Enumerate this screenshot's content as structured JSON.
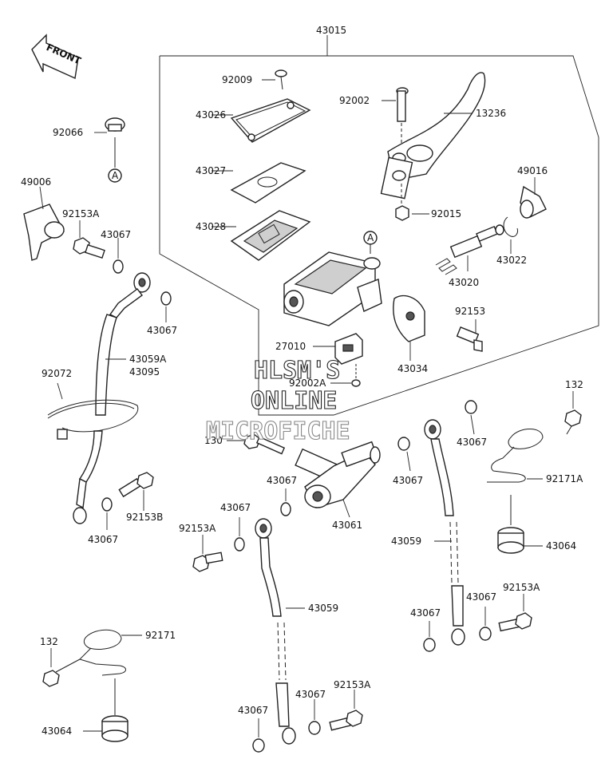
{
  "front_label": "FRONT",
  "assembly_label": "43015",
  "ref_marker": "A",
  "watermark": [
    "HLSM'S",
    "ONLINE",
    "MICROFICHE"
  ],
  "callouts": {
    "p92009": "92009",
    "p43026": "43026",
    "p43027": "43027",
    "p43028": "43028",
    "p92002": "92002",
    "p13236": "13236",
    "p92015": "92015",
    "p49016": "49016",
    "p43022": "43022",
    "p43020": "43020",
    "p92153_top": "92153",
    "p43034": "43034",
    "p27010": "27010",
    "p92002A": "92002A",
    "p92066": "92066",
    "p49006": "49006",
    "p92153A_left": "92153A",
    "p43067_a": "43067",
    "p43067_b": "43067",
    "p43059A": "43059A",
    "p43095": "43095",
    "p92072": "92072",
    "p130": "130",
    "p43067_c": "43067",
    "p43061": "43061",
    "p92153B": "92153B",
    "p43067_d": "43067",
    "p92153A_mid": "92153A",
    "p43067_e": "43067",
    "p43059_mid": "43059",
    "p132_right": "132",
    "p43067_f": "43067",
    "p43067_g": "43067",
    "p92171A": "92171A",
    "p43059_right": "43059",
    "p43064_right": "43064",
    "p43067_h": "43067",
    "p92153A_right": "92153A",
    "p43067_i": "43067",
    "p132_left": "132",
    "p92171": "92171",
    "p43064_left": "43064",
    "p43067_j": "43067",
    "p43067_k": "43067",
    "p92153A_bottom": "92153A"
  }
}
